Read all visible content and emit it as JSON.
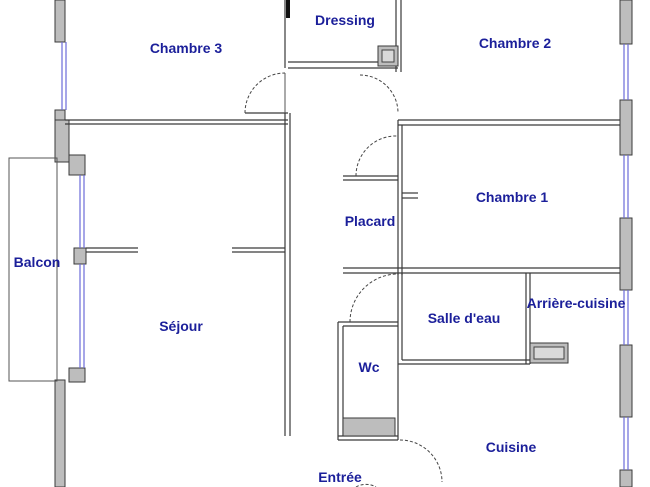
{
  "rooms": {
    "chambre3": "Chambre 3",
    "dressing": "Dressing",
    "chambre2": "Chambre 2",
    "chambre1": "Chambre 1",
    "placard": "Placard",
    "balcon": "Balcon",
    "sejour": "Séjour",
    "salle_deau": "Salle d'eau",
    "arriere_cuisine": "Arrière-cuisine",
    "wc": "Wc",
    "cuisine": "Cuisine",
    "entree": "Entrée"
  },
  "colors": {
    "label": "#1b1f9a",
    "wall": "#bdbdbd",
    "window": "#6b6bd8"
  }
}
